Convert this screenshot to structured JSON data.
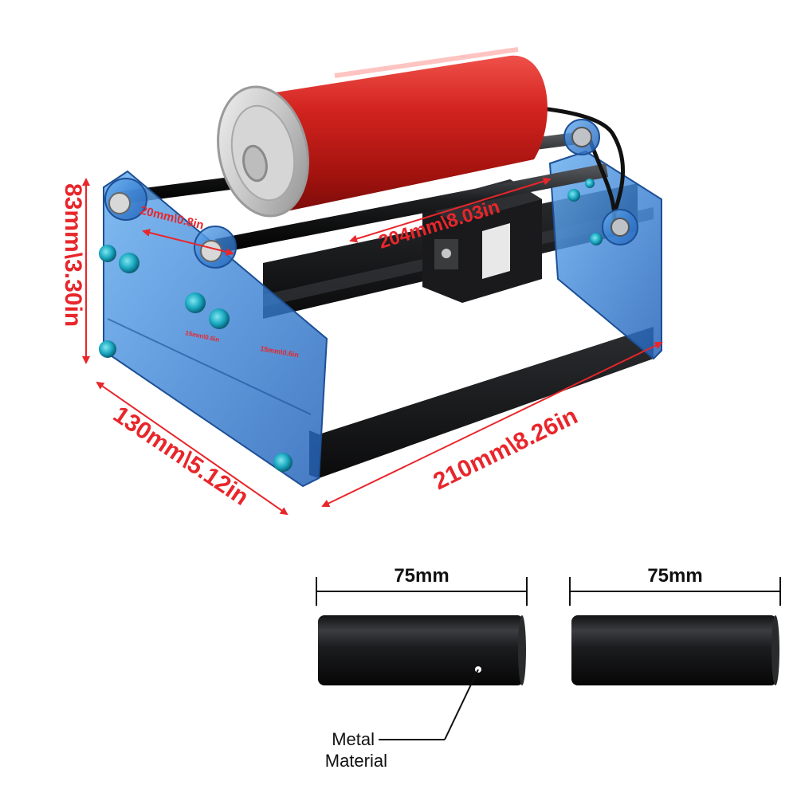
{
  "dimensions": {
    "height": "83mm\\3.30in",
    "depth": "130mm\\5.12in",
    "length": "210mm\\8.26in",
    "rod_span": "204mm\\8.03in",
    "wheel_diameter": "20mm\\0.8in",
    "hole_spacing_a": "15mm\\0.6in",
    "hole_spacing_b": "15mm\\0.6in"
  },
  "rollers": {
    "left_length": "75mm",
    "right_length": "75mm",
    "callout": [
      "Metal",
      "Material"
    ]
  },
  "colors": {
    "dimension": "#e8262b",
    "acrylic": "#3f86d8",
    "can": "#c8211f",
    "roller": "#1b1c1e"
  }
}
